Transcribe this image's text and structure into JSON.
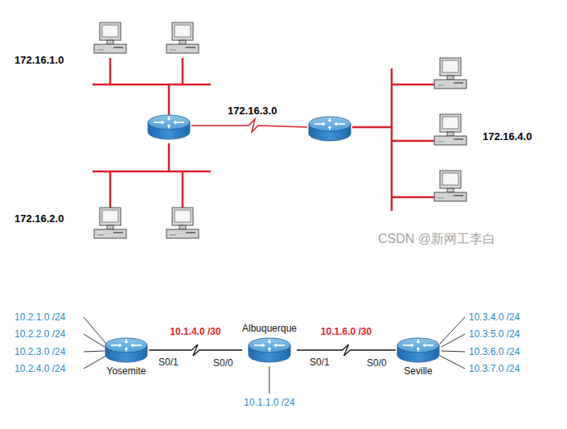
{
  "diagram": {
    "nodes": [
      {
        "text": [
          "Yosemite"
        ]
      },
      {
        "text": [
          "Albuquerque"
        ]
      },
      {
        "text": [
          "Seville"
        ]
      }
    ],
    "edges": [
      {
        "from": 0,
        "to": 1,
        "arrow": "none",
        "label": "10.1.4.0 /30"
      },
      {
        "from": 1,
        "to": 2,
        "arrow": "none",
        "label": "10.1.6.0 /30"
      }
    ],
    "labels": [
      "172.16.1.0",
      "172.16.3.0",
      "172.16.4.0",
      "172.16.2.0",
      "CSDN @新网工李白",
      "10.2.1.0 /24",
      "10.2.2.0 /24",
      "10.2.3.0 /24",
      "10.2.4.0 /24",
      "10.3.4.0 /24",
      "10.3.5.0 /24",
      "10.3.6.0 /24",
      "10.3.7.0 /24",
      "S0/1",
      "S0/0",
      "S0/1",
      "S0/0",
      "10.1.1.0 /24"
    ]
  }
}
